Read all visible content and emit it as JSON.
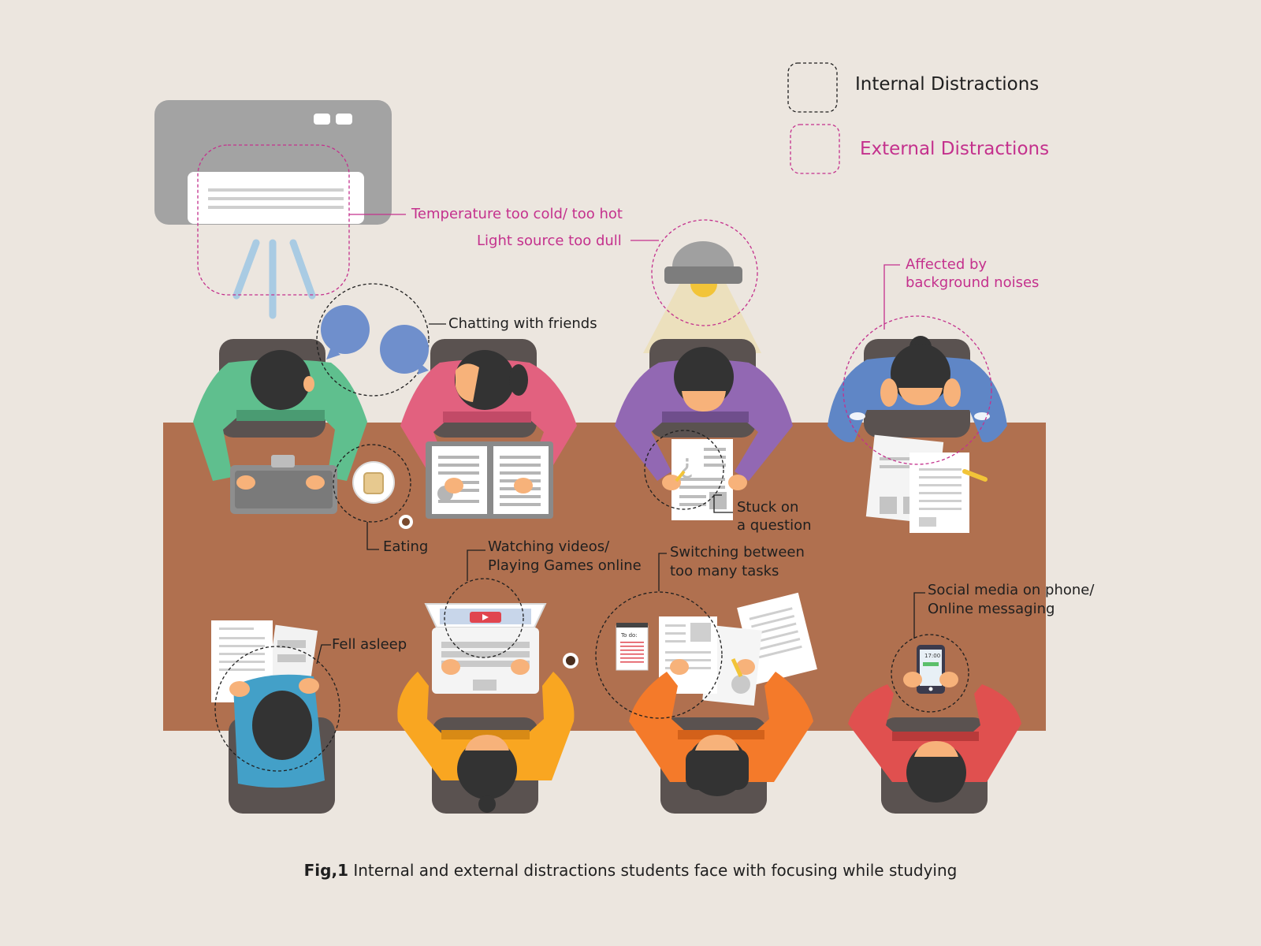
{
  "legend": {
    "internal": "Internal Distractions",
    "external": "External Distractions"
  },
  "labels": {
    "temperature": "Temperature too cold/ too hot",
    "light": "Light source too dull",
    "noise_1": "Affected by",
    "noise_2": "background noises",
    "chatting": "Chatting with friends",
    "eating": "Eating",
    "stuck_1": "Stuck on",
    "stuck_2": "a question",
    "videos_1": "Watching videos/",
    "videos_2": "Playing Games online",
    "switching_1": "Switching between",
    "switching_2": "too many tasks",
    "social_1": "Social media on phone/",
    "social_2": "Online messaging",
    "asleep": "Fell asleep"
  },
  "props": {
    "phone_time": "17:00",
    "todo_title": "To do:"
  },
  "caption": {
    "prefix": "Fig,1",
    "text": " Internal and external distractions students face with focusing while studying"
  },
  "colors": {
    "background": "#ece6df",
    "table": "#b0704f",
    "external": "#c4318d",
    "internal": "#1f1f1f",
    "hair": "#333333",
    "skin": "#f7b27a",
    "chair": "#5a5250"
  }
}
